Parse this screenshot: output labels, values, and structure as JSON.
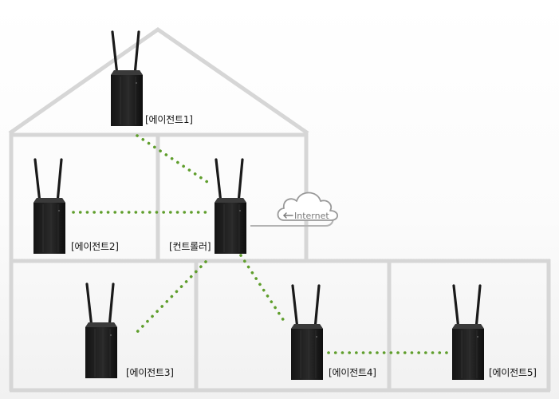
{
  "nodes": {
    "agent1": {
      "label": "[에이전트1]"
    },
    "agent2": {
      "label": "[에이전트2]"
    },
    "agent3": {
      "label": "[에이전트3]"
    },
    "agent4": {
      "label": "[에이전트4]"
    },
    "agent5": {
      "label": "[에이전트5]"
    },
    "controller": {
      "label": "[컨트롤러]"
    }
  },
  "internet": {
    "label": "Internet"
  },
  "colors": {
    "wall": "#d6d6d6",
    "link": "#5f9e2c",
    "device": "#1d1d1d",
    "cloud": "#9a9a9a"
  }
}
